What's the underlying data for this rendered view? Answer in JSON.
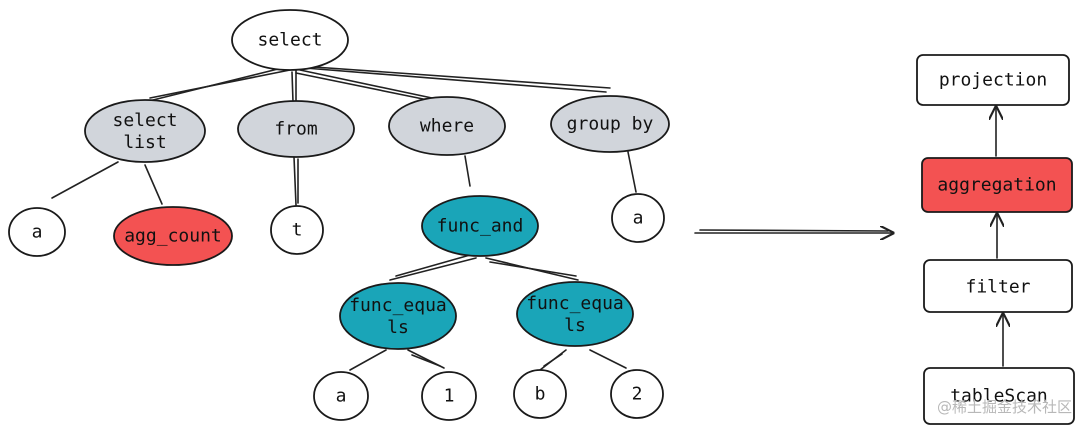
{
  "colors": {
    "white": "#ffffff",
    "grey": "#d1d5db",
    "teal": "#1aa5b8",
    "red": "#f35252"
  },
  "tree": {
    "root": "select",
    "clauses": {
      "select_list": "select\nlist",
      "from": "from",
      "where": "where",
      "group_by": "group by"
    },
    "select_items": [
      "a",
      "agg_count"
    ],
    "from_items": [
      "t"
    ],
    "where_expr": {
      "and": "func_and",
      "left": {
        "op": "func_equa\nls",
        "args": [
          "a",
          "1"
        ]
      },
      "right": {
        "op": "func_equa\nls",
        "args": [
          "b",
          "2"
        ]
      }
    },
    "group_items": [
      "a"
    ]
  },
  "plan": {
    "steps": [
      "projection",
      "aggregation",
      "filter",
      "tableScan"
    ],
    "highlighted": "aggregation"
  },
  "watermark": "@稀土掘金技术社区"
}
